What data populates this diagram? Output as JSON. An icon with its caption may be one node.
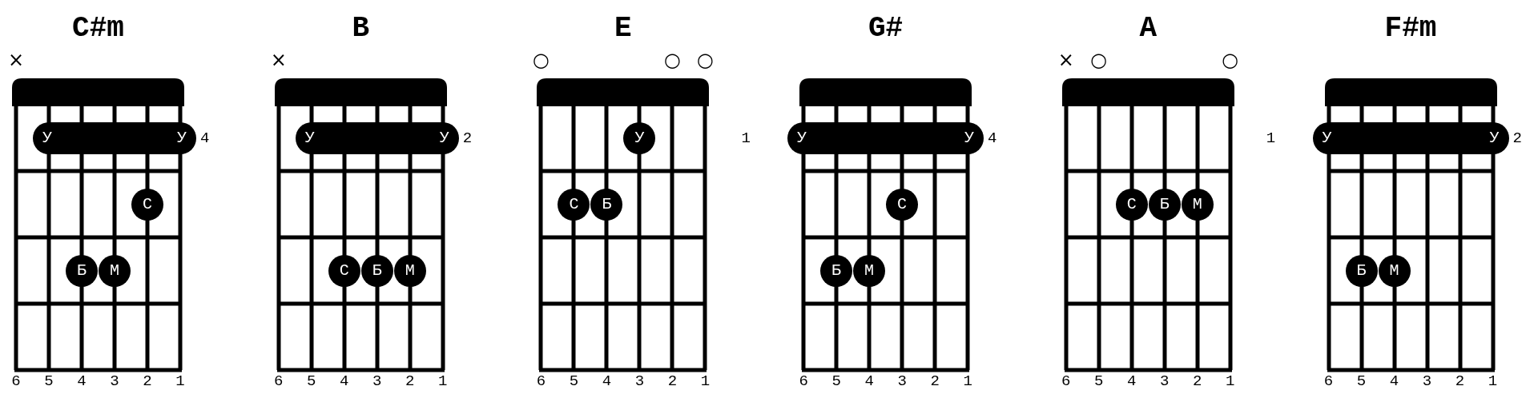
{
  "diagram": {
    "nodes": [
      {
        "text": [
          "C#m"
        ]
      },
      {
        "text": [
          "У",
          "У"
        ],
        "in": 0
      },
      {
        "text": [
          "С"
        ],
        "in": 0
      },
      {
        "text": [
          "Б"
        ],
        "in": 0
      },
      {
        "text": [
          "М"
        ],
        "in": 0
      },
      {
        "text": [
          "B"
        ]
      },
      {
        "text": [
          "У",
          "У"
        ],
        "in": 5
      },
      {
        "text": [
          "С"
        ],
        "in": 5
      },
      {
        "text": [
          "Б"
        ],
        "in": 5
      },
      {
        "text": [
          "М"
        ],
        "in": 5
      },
      {
        "text": [
          "E"
        ]
      },
      {
        "text": [
          "У"
        ],
        "in": 10
      },
      {
        "text": [
          "С"
        ],
        "in": 10
      },
      {
        "text": [
          "Б"
        ],
        "in": 10
      },
      {
        "text": [
          "G#"
        ]
      },
      {
        "text": [
          "У",
          "У"
        ],
        "in": 14
      },
      {
        "text": [
          "С"
        ],
        "in": 14
      },
      {
        "text": [
          "Б"
        ],
        "in": 14
      },
      {
        "text": [
          "М"
        ],
        "in": 14
      },
      {
        "text": [
          "A"
        ]
      },
      {
        "text": [
          "С"
        ],
        "in": 19
      },
      {
        "text": [
          "Б"
        ],
        "in": 19
      },
      {
        "text": [
          "М"
        ],
        "in": 19
      },
      {
        "text": [
          "F#m"
        ]
      },
      {
        "text": [
          "У",
          "У"
        ],
        "in": 23
      },
      {
        "text": [
          "Б"
        ],
        "in": 23
      },
      {
        "text": [
          "М"
        ],
        "in": 23
      }
    ],
    "labels": [
      "×",
      "×",
      "○",
      "○",
      "○",
      "×",
      "○",
      "○",
      "4",
      "2",
      "1",
      "4",
      "1",
      "2",
      "6",
      "5",
      "4",
      "3",
      "2",
      "1",
      "6",
      "5",
      "4",
      "3",
      "2",
      "1",
      "6",
      "5",
      "4",
      "3",
      "2",
      "1",
      "6",
      "5",
      "4",
      "3",
      "2",
      "1",
      "6",
      "5",
      "4",
      "3",
      "2",
      "1",
      "6",
      "5",
      "4",
      "3",
      "2",
      "1"
    ]
  }
}
